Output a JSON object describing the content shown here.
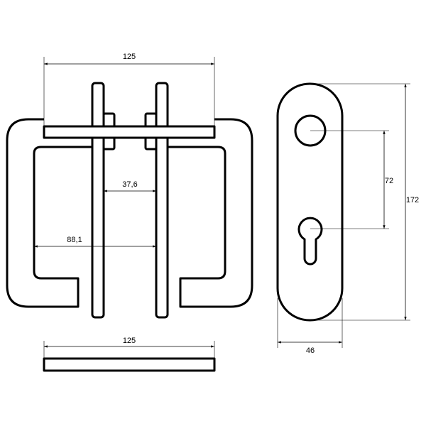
{
  "dimensions": {
    "handle_width_top": "125",
    "spindle_gap": "37,6",
    "handle_reach": "88,1",
    "cylinder_distance": "72",
    "plate_height": "172",
    "plate_width": "46",
    "bar_width_bottom": "125"
  },
  "colors": {
    "line": "#000000",
    "background": "#ffffff"
  }
}
